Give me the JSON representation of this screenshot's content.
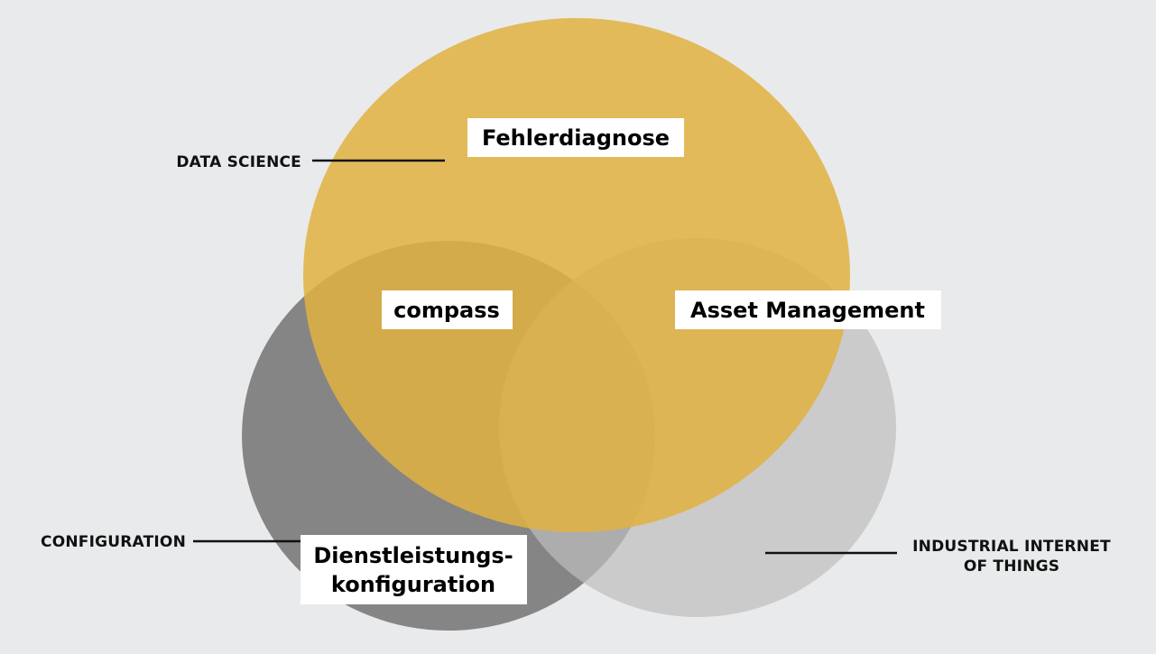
{
  "colors": {
    "background": "#e9eaeb",
    "circle_gold": "#e0b23f",
    "circle_dark_gray": "#6f6f6f",
    "circle_light_gray": "#bdbebf",
    "label_box": "#ffffff",
    "text": "#000000"
  },
  "circles": {
    "data_science": {
      "name": "DATA SCIENCE"
    },
    "configuration": {
      "name": "CONFIGURATION"
    },
    "iiot": {
      "name_line1": "INDUSTRIAL INTERNET",
      "name_line2": "OF THINGS"
    }
  },
  "regions": {
    "top": "Fehlerdiagnose",
    "left_overlap": "compass",
    "right_overlap": "Asset Management",
    "bottom_left_line1": "Dienstleistungs-",
    "bottom_left_line2": "konfiguration"
  }
}
